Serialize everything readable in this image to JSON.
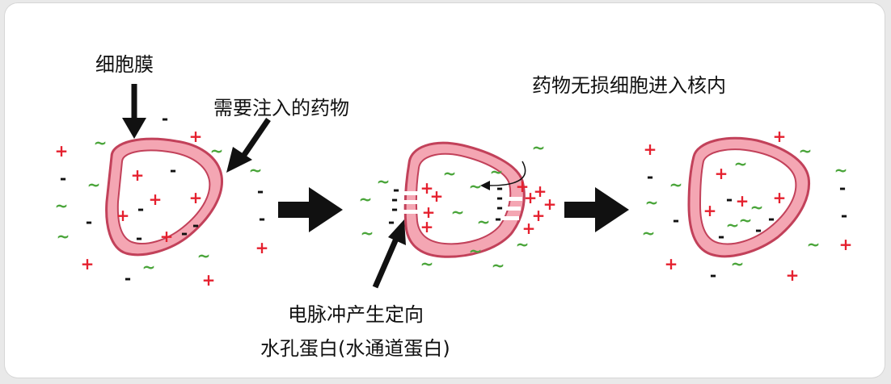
{
  "labels": {
    "cell_membrane": "细胞膜",
    "drug_to_inject": "需要注入的药物",
    "result": "药物无损细胞进入核内",
    "pulse_line1": "电脉冲产生定向",
    "pulse_line2": "水孔蛋白(水通道蛋白)"
  },
  "symbols": {
    "plus": "+",
    "minus": "-",
    "drug": "~"
  },
  "colors": {
    "membrane_fill": "#f4a6b3",
    "membrane_edge": "#c2415a",
    "positive": "#e5202e",
    "drug": "#4aa53a",
    "arrow": "#111111"
  }
}
